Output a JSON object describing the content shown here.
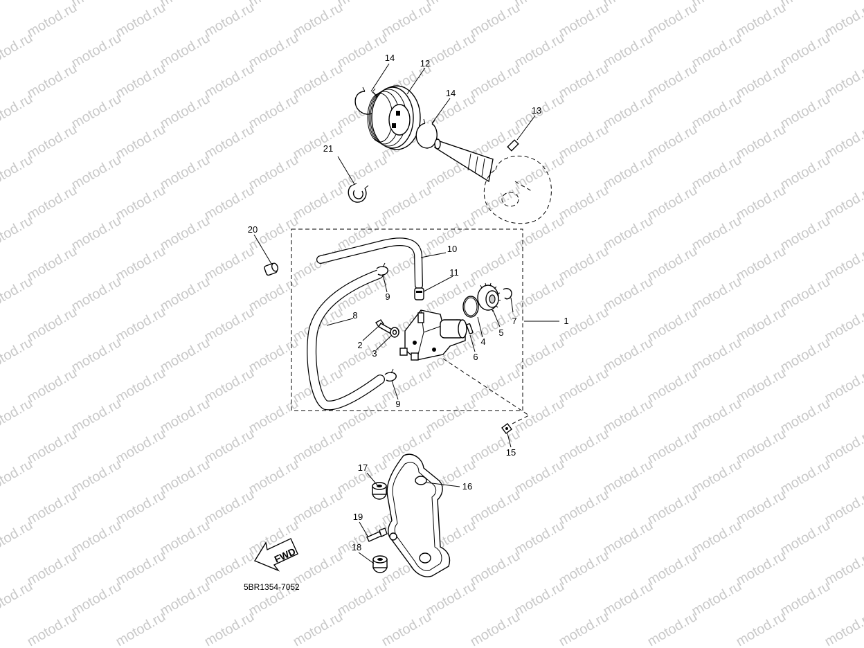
{
  "watermark": {
    "text": "motod.ru"
  },
  "diagram_code": "5BR1354-7052",
  "fwd_label": "FWD",
  "callouts": [
    {
      "id": "c1",
      "label": "1"
    },
    {
      "id": "c2",
      "label": "2"
    },
    {
      "id": "c3",
      "label": "3"
    },
    {
      "id": "c4",
      "label": "4"
    },
    {
      "id": "c5",
      "label": "5"
    },
    {
      "id": "c6",
      "label": "6"
    },
    {
      "id": "c7",
      "label": "7"
    },
    {
      "id": "c8",
      "label": "8"
    },
    {
      "id": "c9a",
      "label": "9"
    },
    {
      "id": "c9b",
      "label": "9"
    },
    {
      "id": "c10",
      "label": "10"
    },
    {
      "id": "c11",
      "label": "11"
    },
    {
      "id": "c12",
      "label": "12"
    },
    {
      "id": "c13",
      "label": "13"
    },
    {
      "id": "c14a",
      "label": "14"
    },
    {
      "id": "c14b",
      "label": "14"
    },
    {
      "id": "c15",
      "label": "15"
    },
    {
      "id": "c16",
      "label": "16"
    },
    {
      "id": "c17",
      "label": "17"
    },
    {
      "id": "c18",
      "label": "18"
    },
    {
      "id": "c19",
      "label": "19"
    },
    {
      "id": "c20",
      "label": "20"
    },
    {
      "id": "c21",
      "label": "21"
    }
  ]
}
